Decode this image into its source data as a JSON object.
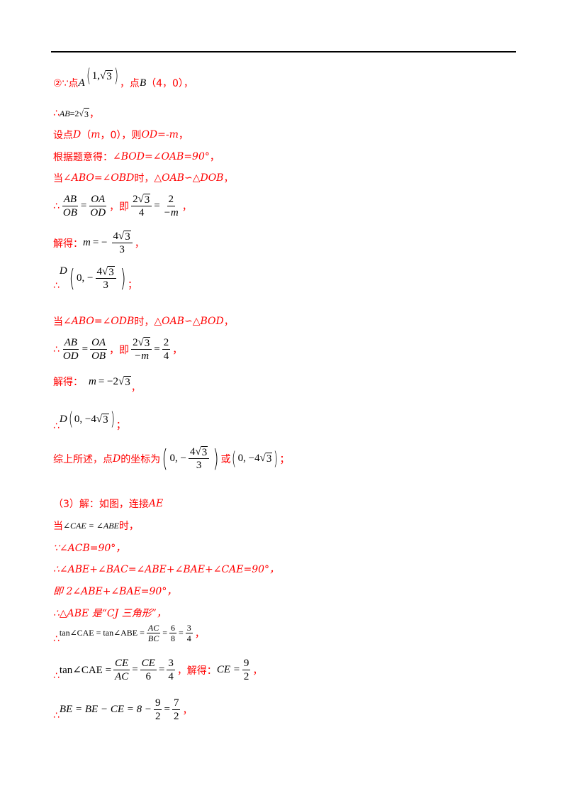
{
  "l1": {
    "pre": "②∵点",
    "a": "A",
    "a_x": "1,",
    "a_y": "3",
    "mid": "，点",
    "b": "B",
    "b_coord": "（4，0），"
  },
  "l2": {
    "sym": "∴",
    "lhs": "AB",
    "eq": "=",
    "coef": "2",
    "rad": "3",
    "end": "，"
  },
  "l3": {
    "t1": "设点",
    "d": "D",
    "t2": "（",
    "m": "m",
    "t3": "，0），则",
    "od": "OD",
    "t4": "=-",
    "m2": "m",
    "t5": "，"
  },
  "l4": {
    "t1": "根据题意得：",
    "ang": "∠BOD=∠OAB=90°",
    "t2": "，"
  },
  "l5": {
    "t1": "当",
    "ang": "∠ABO=∠OBD",
    "t2": "时，",
    "sim": "△OAB∽△DOB",
    "t3": "，"
  },
  "l6": {
    "sym": "∴",
    "n1": "AB",
    "d1": "OB",
    "n2": "OA",
    "d2": "OD",
    "t": "，即",
    "n3c": "2",
    "n3r": "3",
    "d3": "4",
    "n4": "2",
    "d4": "−m",
    "end": "，"
  },
  "l7": {
    "t": "解得：",
    "lhs": "m",
    "eq": "= −",
    "nc": "4",
    "nr": "3",
    "d": "3",
    "end": "，"
  },
  "l8": {
    "sym": "∴",
    "D": "D",
    "zero": "0, −",
    "nc": "4",
    "nr": "3",
    "d": "3",
    "end": "；"
  },
  "l9": {
    "t1": "当",
    "ang": "∠ABO=∠ODB",
    "t2": "时，",
    "sim": "△OAB∽△BOD",
    "t3": "，"
  },
  "l10": {
    "sym": "∴",
    "n1": "AB",
    "d1": "OD",
    "n2": "OA",
    "d2": "OB",
    "t": "，即",
    "n3c": "2",
    "n3r": "3",
    "d3": "−m",
    "n4": "2",
    "d4": "4",
    "end": "，"
  },
  "l11": {
    "t": "解得：",
    "lhs": "m",
    "eq": "= −2",
    "rad": "3",
    "end": "，"
  },
  "l12": {
    "sym": "∴",
    "D": "D",
    "zero": "0, −4",
    "rad": "3",
    "end": "；"
  },
  "l13": {
    "t1": "综上所述，点",
    "d": "D",
    "t2": "的坐标为",
    "zero1": "0, −",
    "nc": "4",
    "nr": "3",
    "den": "3",
    "or": "或",
    "zero2": "0, −4",
    "rad": "3",
    "end": "；"
  },
  "l14": {
    "t": "（3）解：如图，连接",
    "ae": "AE"
  },
  "l15": {
    "t1": "当",
    "ang": "∠CAE = ∠ABE",
    "t2": "时，"
  },
  "l16": {
    "t": "∵∠ACB=90°，"
  },
  "l17": {
    "t": "∴∠ABE+∠BAC=∠ABE+∠BAE+∠CAE=90°，"
  },
  "l18": {
    "t": "即 2∠ABE+∠BAE=90°，"
  },
  "l19": {
    "t": "∴△ABE 是“CJ 三角形”，"
  },
  "l20": {
    "sym": "∴",
    "lhs": "tan∠CAE = tan∠ABE =",
    "n1": "AC",
    "d1": "BC",
    "eq": "=",
    "n2": "6",
    "d2": "8",
    "n3": "3",
    "d3": "4",
    "end": "，"
  },
  "l21": {
    "sym": "∴",
    "lhs": "tan∠CAE =",
    "n1": "CE",
    "d1": "AC",
    "n2": "CE",
    "d2": "6",
    "n3": "3",
    "d3": "4",
    "t": "，解得：",
    "ce": "CE =",
    "n4": "9",
    "d4": "2",
    "end": "，"
  },
  "l22": {
    "sym": "∴",
    "lhs": "BE = BE − CE = 8 −",
    "n1": "9",
    "d1": "2",
    "eq": "=",
    "n2": "7",
    "d2": "2",
    "end": "，"
  }
}
